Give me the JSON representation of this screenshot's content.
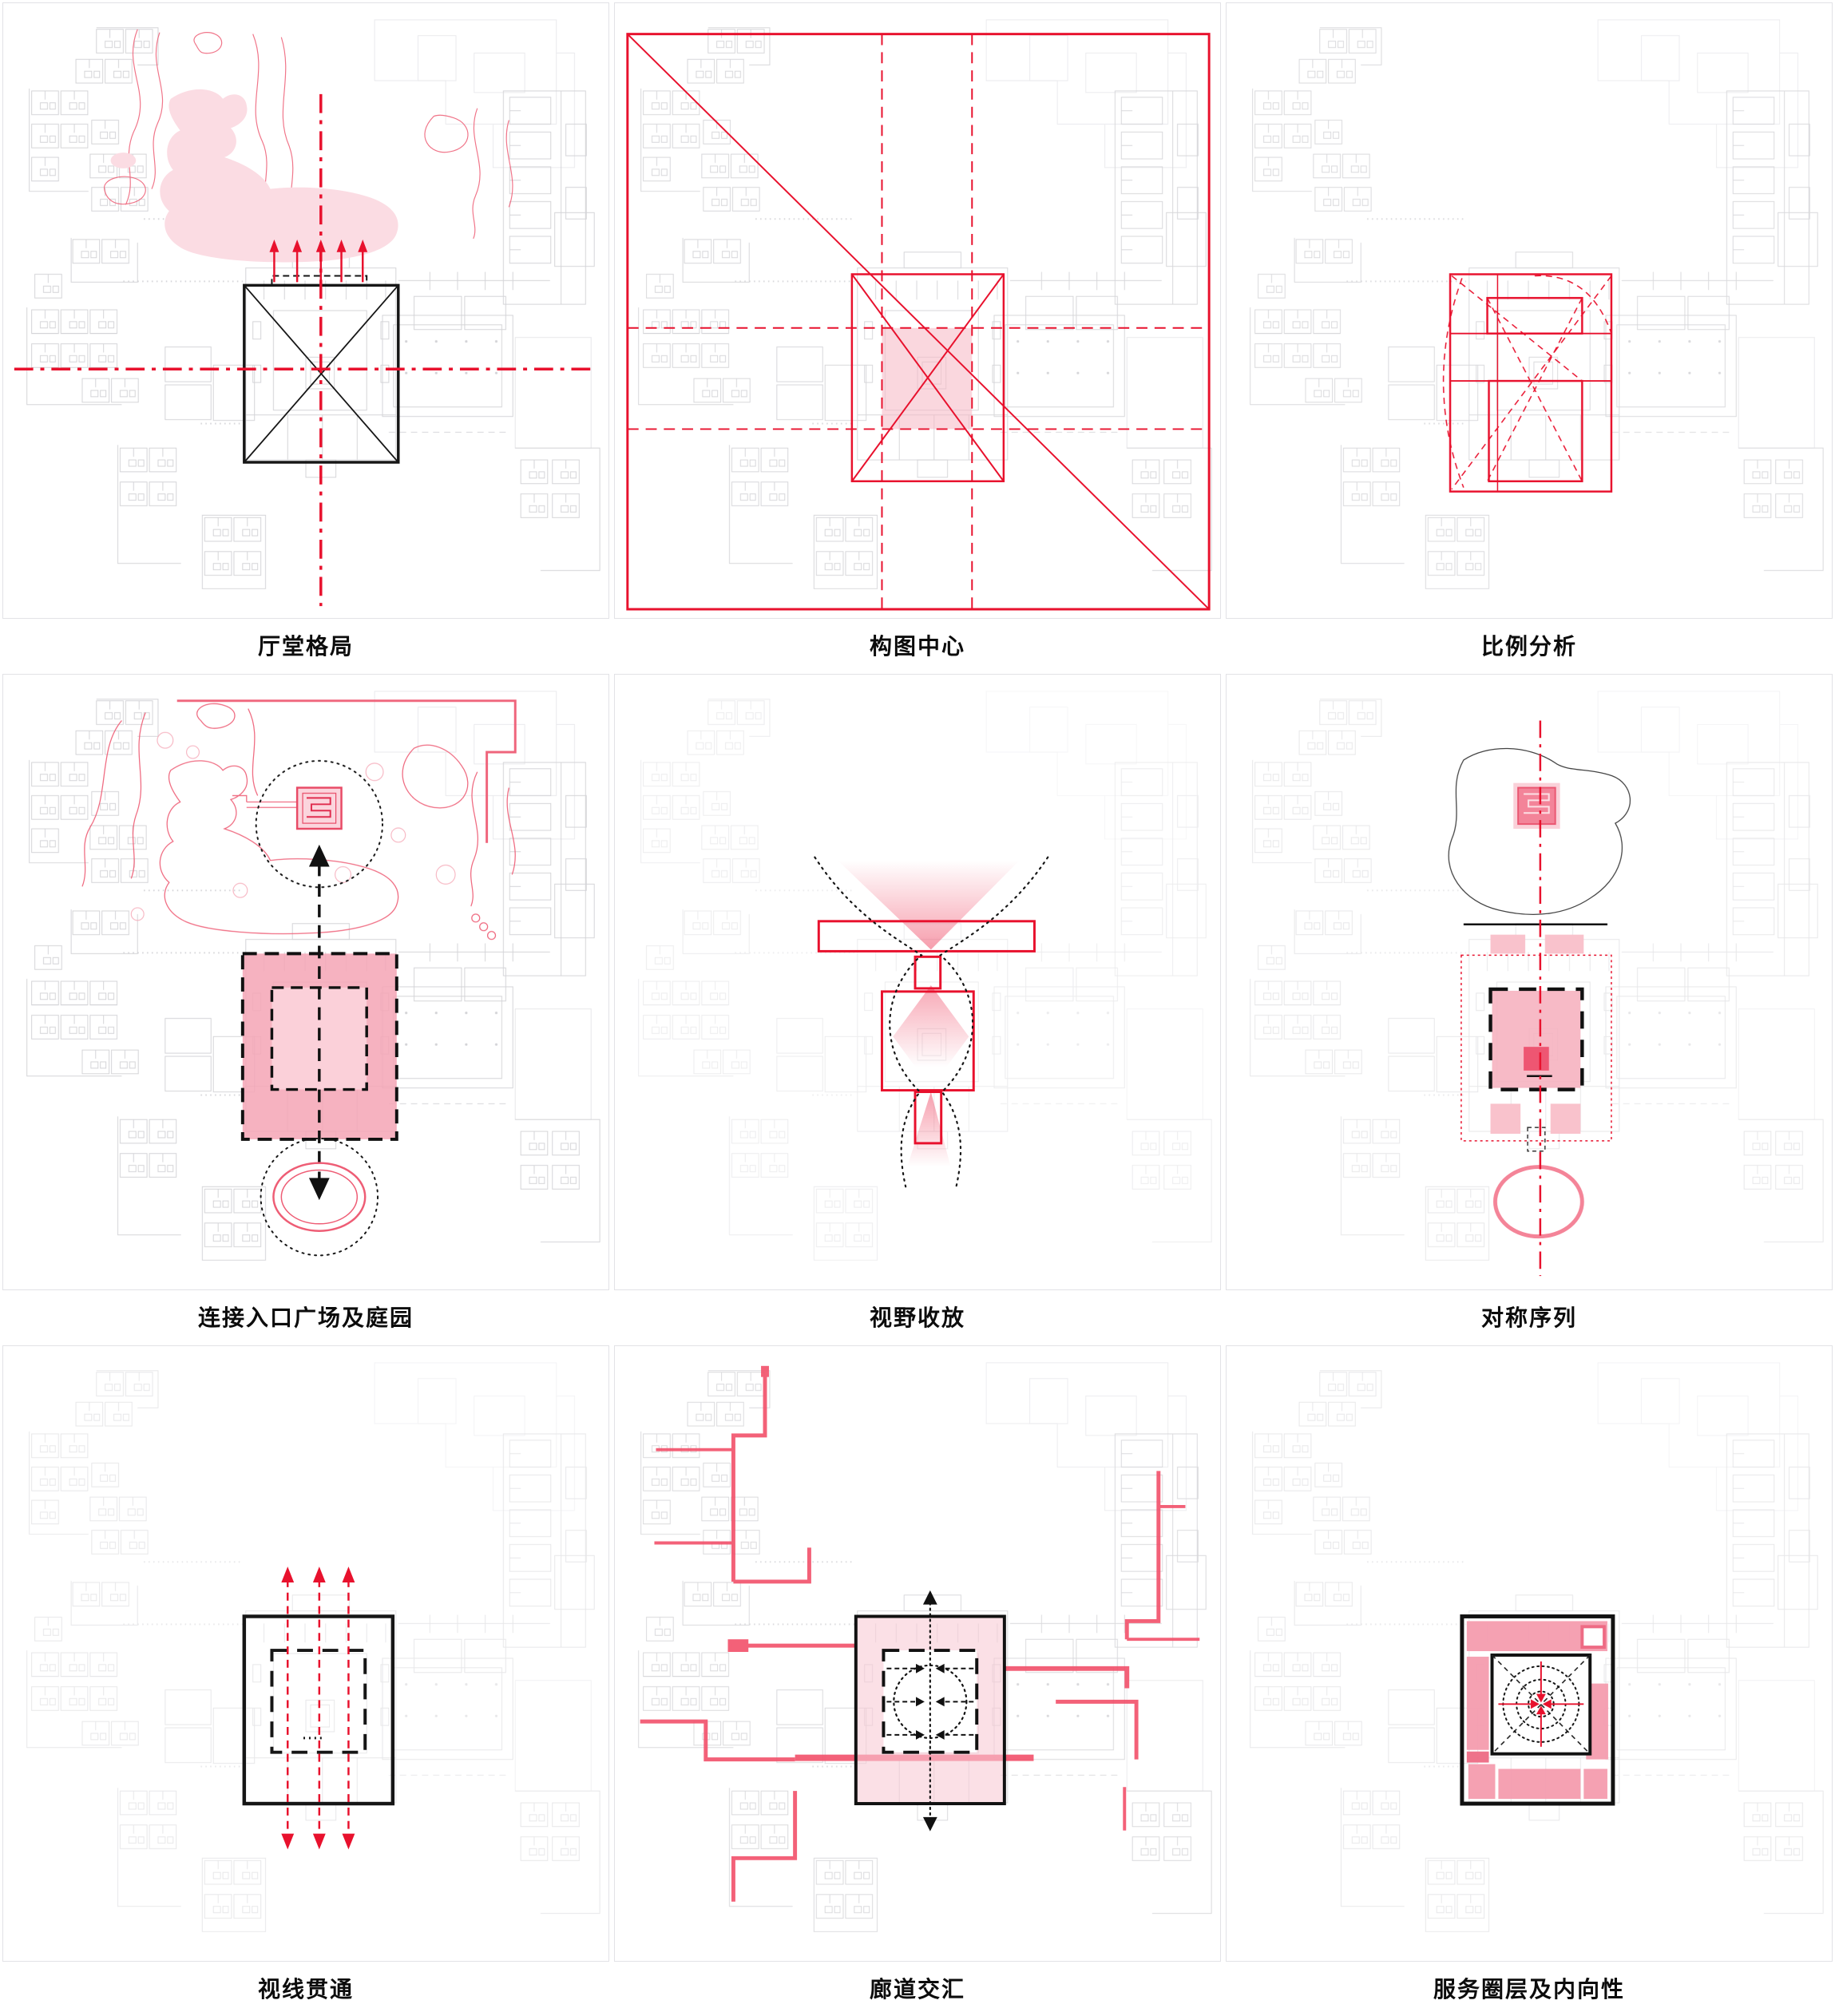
{
  "figure": {
    "grid": {
      "rows": 3,
      "cols": 3
    },
    "panels": [
      {
        "id": "hall-layout",
        "caption": "厅堂格局"
      },
      {
        "id": "composition-center",
        "caption": "构图中心"
      },
      {
        "id": "proportion-analysis",
        "caption": "比例分析"
      },
      {
        "id": "entry-plaza-garden-link",
        "caption": "连接入口广场及庭园"
      },
      {
        "id": "view-contraction-release",
        "caption": "视野收放"
      },
      {
        "id": "symmetry-sequence",
        "caption": "对称序列"
      },
      {
        "id": "sightline-through",
        "caption": "视线贯通"
      },
      {
        "id": "corridor-convergence",
        "caption": "廊道交汇"
      },
      {
        "id": "service-rings-introversion",
        "caption": "服务圈层及内向性"
      }
    ],
    "colors": {
      "accent_red": "#e8112d",
      "corridor_rose": "#f2506a",
      "pink_fill": "#f6aebc",
      "pale_pink": "#fbdce3",
      "plan_gray": "#c9c9cd",
      "ink": "#161616"
    }
  }
}
